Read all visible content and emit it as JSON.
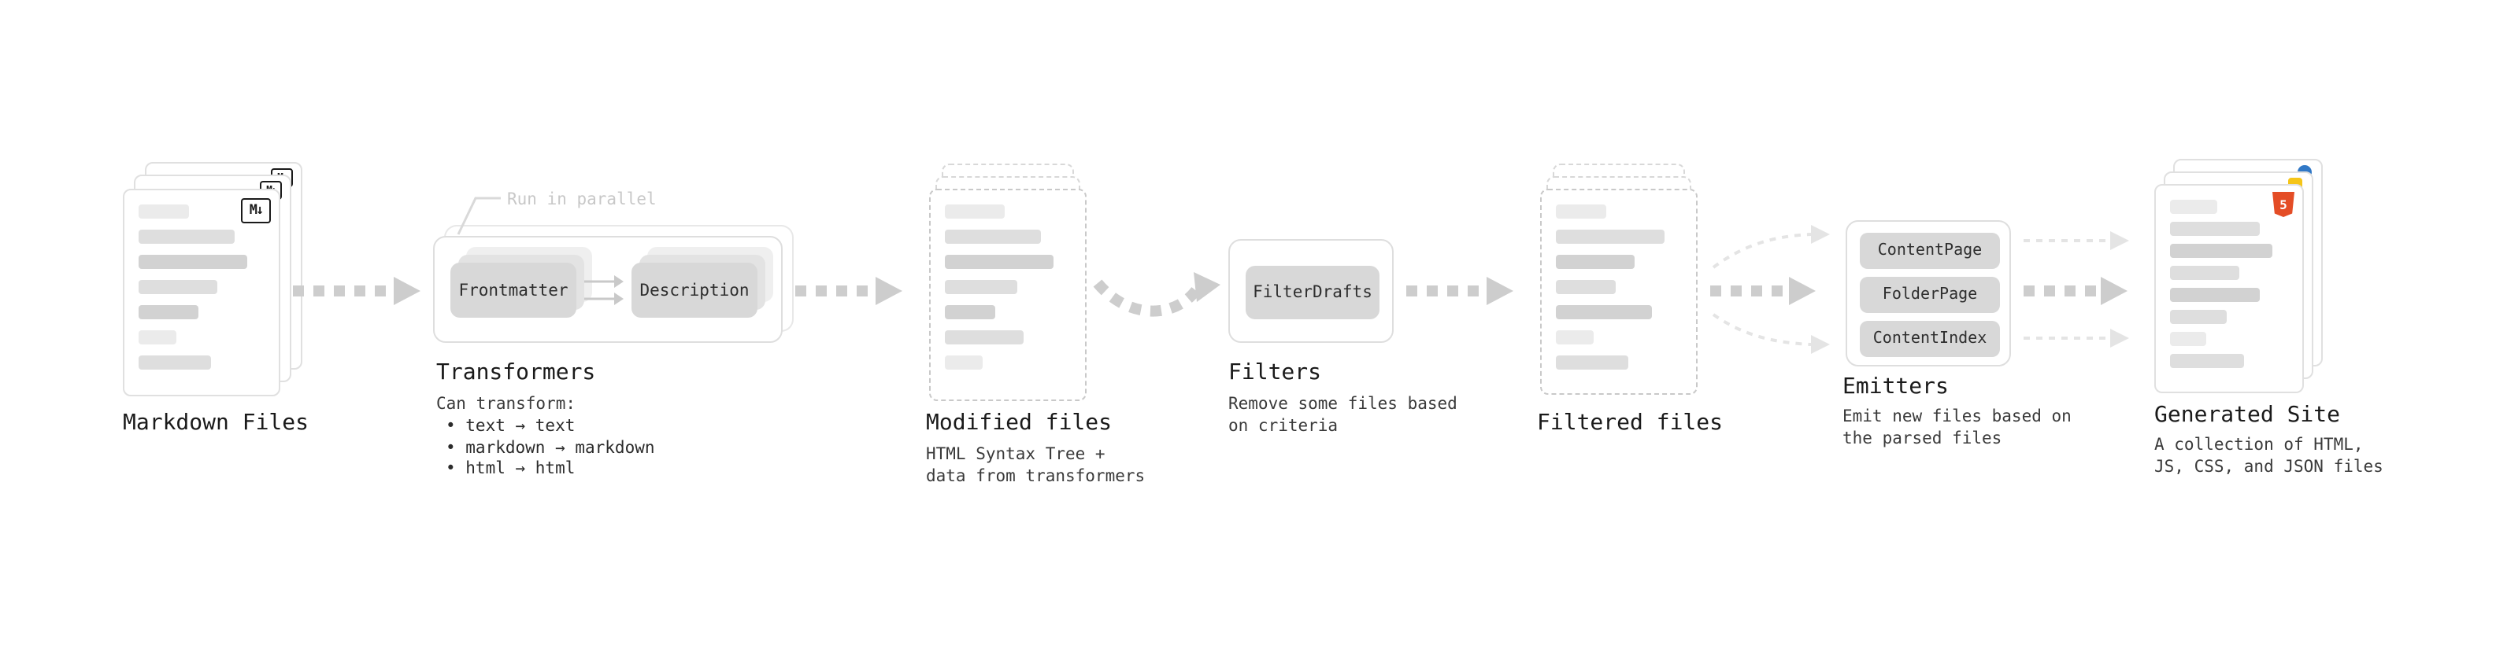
{
  "diagram": {
    "markdown_files": {
      "label": "Markdown Files",
      "badge": "M↓"
    },
    "transformers": {
      "label": "Transformers",
      "parallel_note": "Run in parallel",
      "box1": "Frontmatter",
      "box2": "Description",
      "caption_title": "Can transform:",
      "bullets": [
        "• text → text",
        "• markdown → markdown",
        "• html → html"
      ]
    },
    "modified_files": {
      "label": "Modified files",
      "caption": "HTML Syntax Tree +\ndata from transformers"
    },
    "filters": {
      "label": "Filters",
      "box": "FilterDrafts",
      "caption": "Remove some files based\non criteria"
    },
    "filtered_files": {
      "label": "Filtered files"
    },
    "emitters": {
      "label": "Emitters",
      "boxes": [
        "ContentPage",
        "FolderPage",
        "ContentIndex"
      ],
      "caption": "Emit new files based on\nthe parsed files"
    },
    "generated_site": {
      "label": "Generated Site",
      "badge": "5",
      "caption": "A collection of HTML,\nJS, CSS, and JSON files"
    }
  }
}
